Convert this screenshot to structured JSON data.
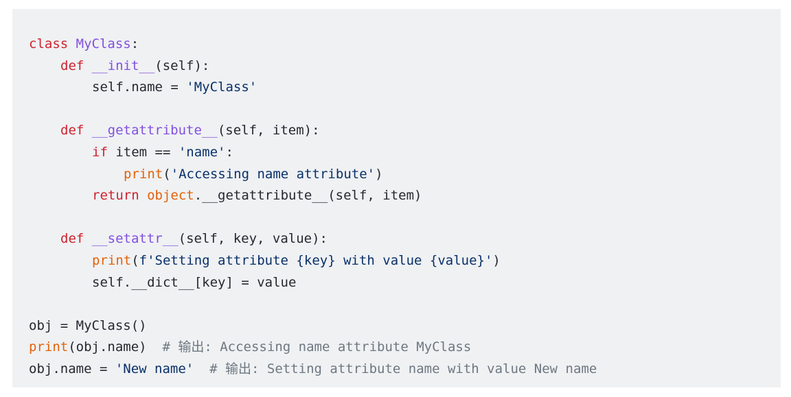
{
  "code": {
    "lines": [
      {
        "tokens": [
          {
            "t": "class",
            "c": "kw"
          },
          {
            "t": " ",
            "c": "pl"
          },
          {
            "t": "MyClass",
            "c": "fn"
          },
          {
            "t": ":",
            "c": "pl"
          }
        ],
        "indent": 0
      },
      {
        "tokens": [
          {
            "t": "def",
            "c": "kw"
          },
          {
            "t": " ",
            "c": "pl"
          },
          {
            "t": "__init__",
            "c": "fn"
          },
          {
            "t": "(self):",
            "c": "pl"
          }
        ],
        "indent": 1
      },
      {
        "tokens": [
          {
            "t": "self.name = ",
            "c": "pl"
          },
          {
            "t": "'MyClass'",
            "c": "str"
          }
        ],
        "indent": 2
      },
      {
        "tokens": [],
        "indent": 0
      },
      {
        "tokens": [
          {
            "t": "def",
            "c": "kw"
          },
          {
            "t": " ",
            "c": "pl"
          },
          {
            "t": "__getattribute__",
            "c": "fn"
          },
          {
            "t": "(self, item):",
            "c": "pl"
          }
        ],
        "indent": 1
      },
      {
        "tokens": [
          {
            "t": "if",
            "c": "kw"
          },
          {
            "t": " item == ",
            "c": "pl"
          },
          {
            "t": "'name'",
            "c": "str"
          },
          {
            "t": ":",
            "c": "pl"
          }
        ],
        "indent": 2
      },
      {
        "tokens": [
          {
            "t": "print",
            "c": "bi"
          },
          {
            "t": "(",
            "c": "pl"
          },
          {
            "t": "'Accessing name attribute'",
            "c": "str"
          },
          {
            "t": ")",
            "c": "pl"
          }
        ],
        "indent": 3
      },
      {
        "tokens": [
          {
            "t": "return",
            "c": "kw"
          },
          {
            "t": " ",
            "c": "pl"
          },
          {
            "t": "object",
            "c": "bi"
          },
          {
            "t": ".__getattribute__(self, item)",
            "c": "pl"
          }
        ],
        "indent": 2
      },
      {
        "tokens": [],
        "indent": 0
      },
      {
        "tokens": [
          {
            "t": "def",
            "c": "kw"
          },
          {
            "t": " ",
            "c": "pl"
          },
          {
            "t": "__setattr__",
            "c": "fn"
          },
          {
            "t": "(self, key, value):",
            "c": "pl"
          }
        ],
        "indent": 1
      },
      {
        "tokens": [
          {
            "t": "print",
            "c": "bi"
          },
          {
            "t": "(",
            "c": "pl"
          },
          {
            "t": "f'Setting attribute {key} with value {value}'",
            "c": "str"
          },
          {
            "t": ")",
            "c": "pl"
          }
        ],
        "indent": 2
      },
      {
        "tokens": [
          {
            "t": "self.__dict__[key] = value",
            "c": "pl"
          }
        ],
        "indent": 2
      },
      {
        "tokens": [],
        "indent": 0
      },
      {
        "tokens": [
          {
            "t": "obj = MyClass()",
            "c": "pl"
          }
        ],
        "indent": 0
      },
      {
        "tokens": [
          {
            "t": "print",
            "c": "bi"
          },
          {
            "t": "(obj.name)  ",
            "c": "pl"
          },
          {
            "t": "# 输出: Accessing name attribute MyClass",
            "c": "cm"
          }
        ],
        "indent": 0
      },
      {
        "tokens": [
          {
            "t": "obj.name = ",
            "c": "pl"
          },
          {
            "t": "'New name'",
            "c": "str"
          },
          {
            "t": "  ",
            "c": "pl"
          },
          {
            "t": "# 输出: Setting attribute name with value New name",
            "c": "cm"
          }
        ],
        "indent": 0
      }
    ]
  },
  "colors": {
    "background": "#eff1f3",
    "keyword": "#cf222e",
    "function_name": "#8250df",
    "builtin": "#e36209",
    "string": "#0a3069",
    "comment": "#6e7781",
    "plain": "#24292f"
  }
}
